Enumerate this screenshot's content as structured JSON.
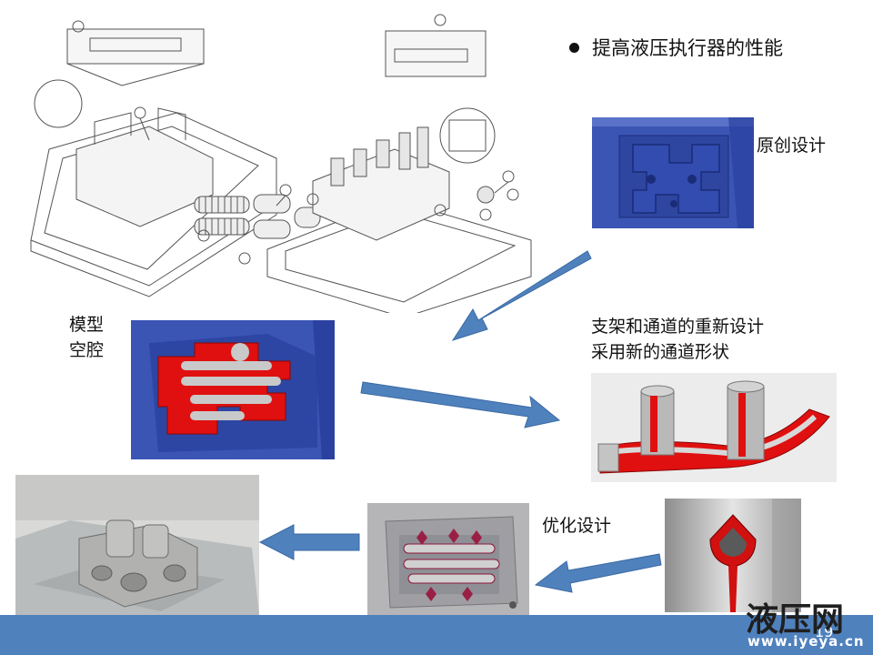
{
  "slide": {
    "title": "提高液压执行器的性能",
    "labels": {
      "original": "原创设计",
      "mold_line1": "模型",
      "mold_line2": "空腔",
      "redesign_line1": "支架和通道的重新设计",
      "redesign_line2": "采用新的通道形状",
      "optimized": "优化设计"
    },
    "page_number": "19"
  },
  "watermark": {
    "brand": "液压网",
    "url": "www.iyeya.cn"
  },
  "images": {
    "exploded_drawing": "technical-exploded-assembly-drawing",
    "original_design": "blue-manifold-render",
    "mold_cavity": "blue-block-red-channels-render",
    "redesigned_channels": "red-channel-cross-section-render",
    "optimized_design": "optimized-manifold-render",
    "channel_shape": "teardrop-channel-section-render",
    "printed_part": "3d-printed-metal-manifold-photo"
  },
  "colors": {
    "arrow": "#4f81bd",
    "footer": "#4f81bd",
    "render_blue": "#3b55b5",
    "channel_red": "#e01010"
  }
}
